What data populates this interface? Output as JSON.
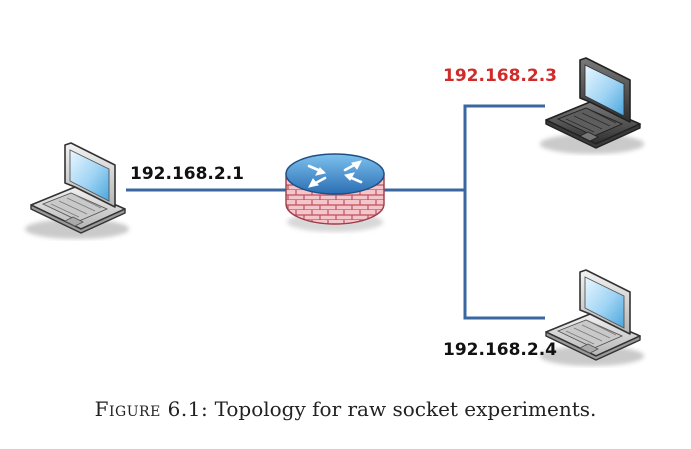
{
  "diagram": {
    "nodes": [
      {
        "id": "host-left",
        "label": "192.168.2.1",
        "icon": "laptop-icon"
      },
      {
        "id": "router",
        "label": "",
        "icon": "router-icon"
      },
      {
        "id": "host-top-right",
        "label": "192.168.2.3",
        "icon": "laptop-dark-icon",
        "label_color": "#d02a2a"
      },
      {
        "id": "host-bottom-right",
        "label": "192.168.2.4",
        "icon": "laptop-icon"
      }
    ],
    "edges": [
      {
        "from": "host-left",
        "to": "router"
      },
      {
        "from": "router",
        "to": "host-top-right"
      },
      {
        "from": "router",
        "to": "host-bottom-right"
      }
    ],
    "link_color": "#3a67a0"
  },
  "caption": {
    "figure_label": "Figure 6.1:",
    "text": "Topology for raw socket experiments."
  }
}
